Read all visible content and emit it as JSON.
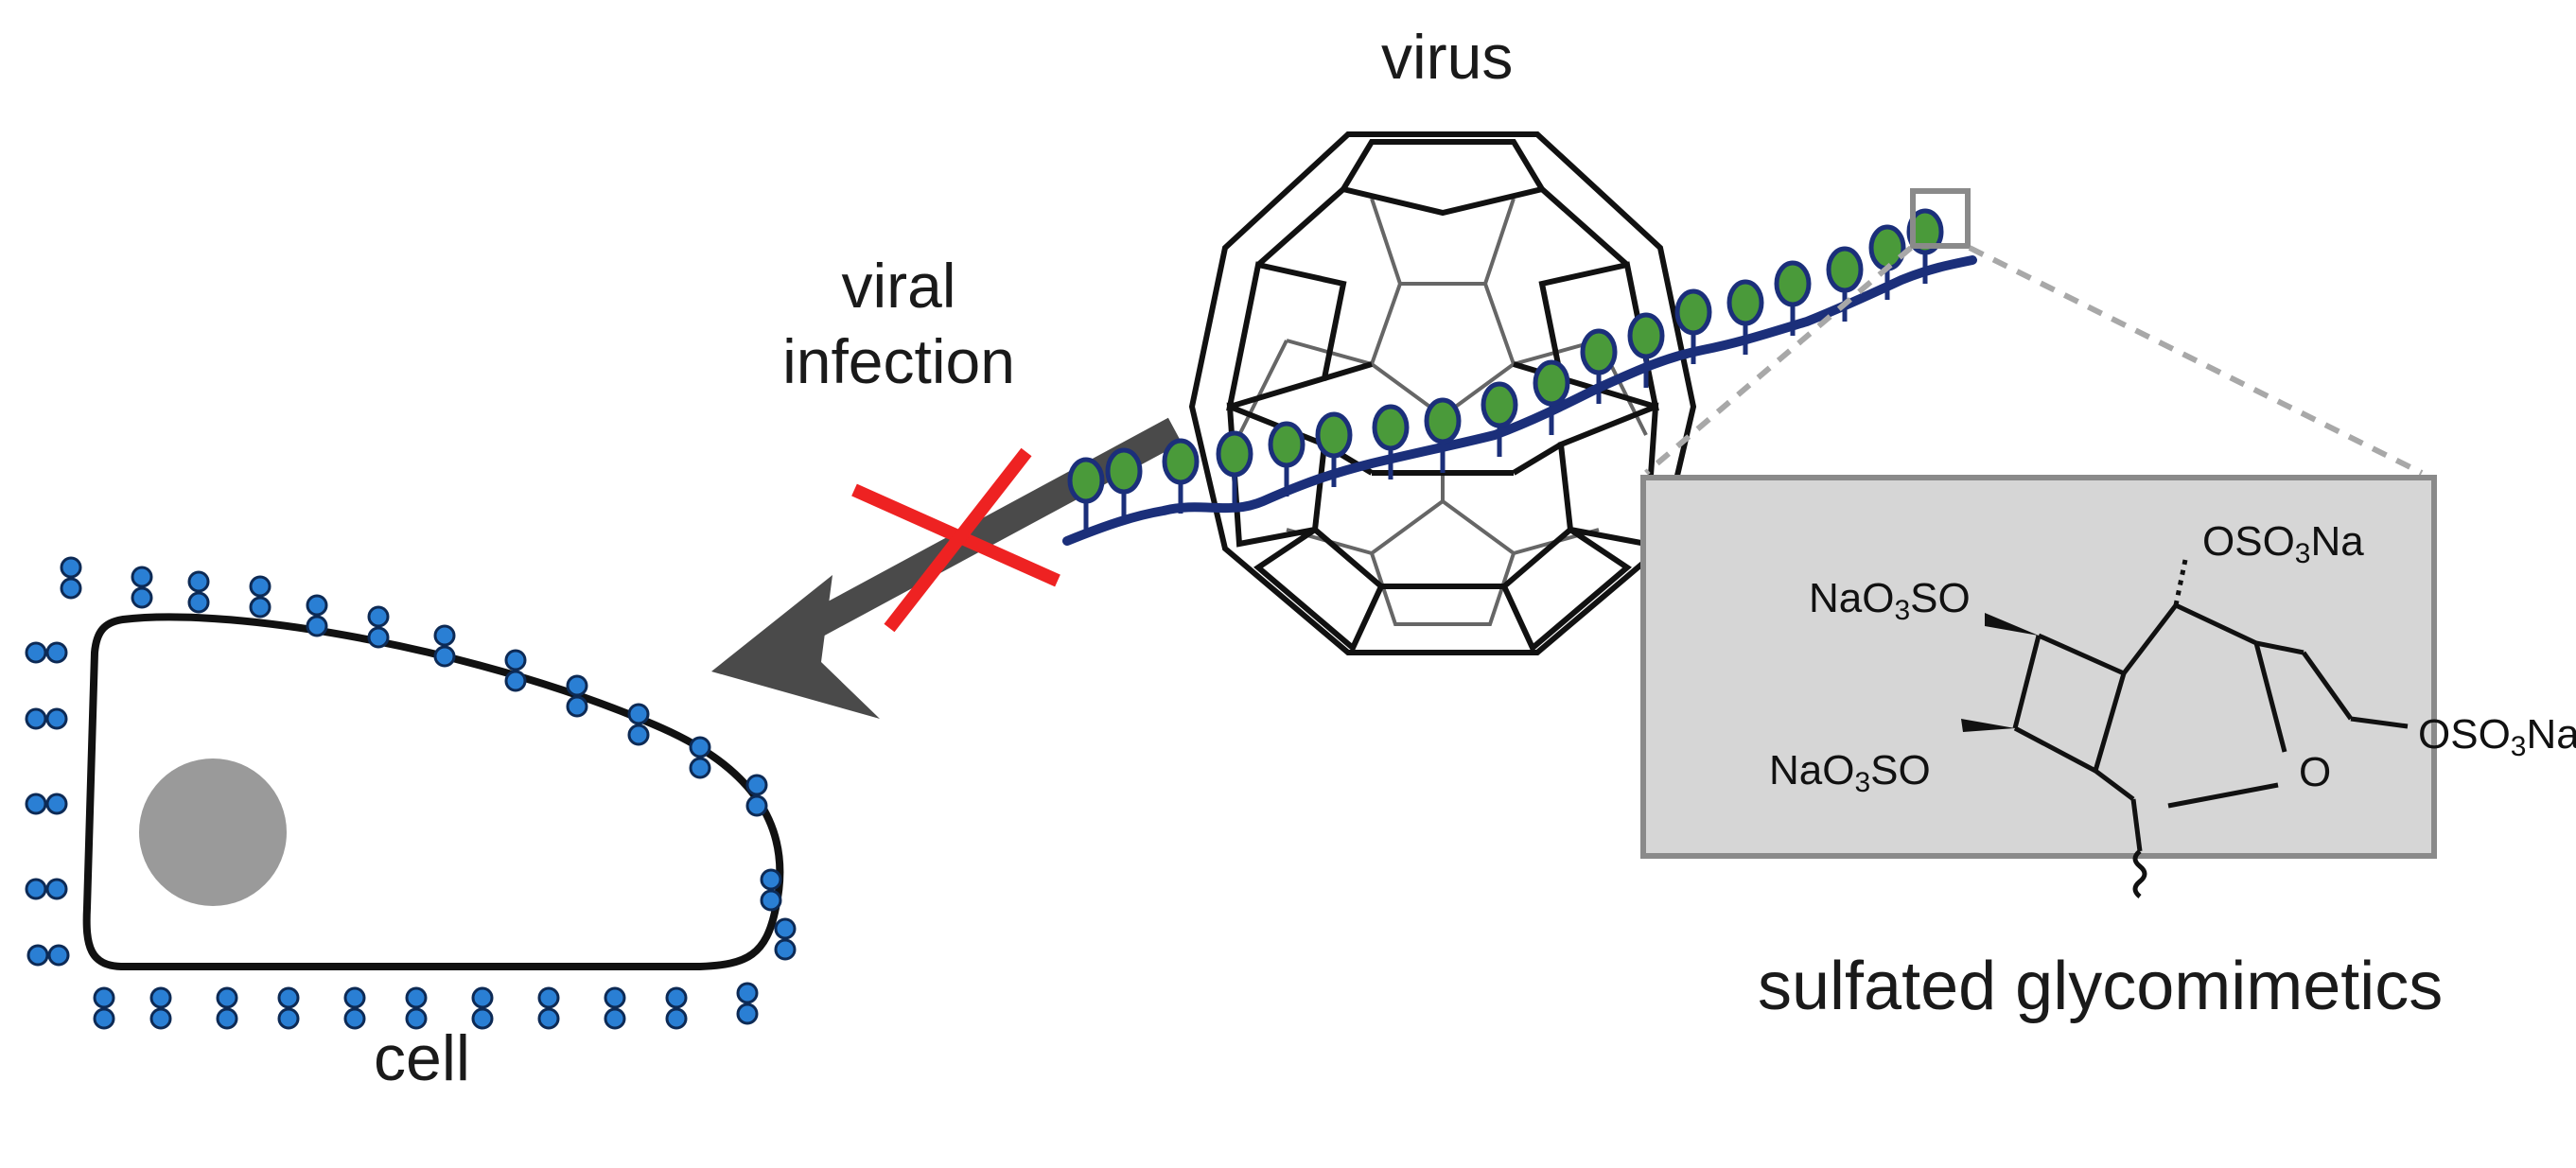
{
  "labels": {
    "virus": "virus",
    "viral_infection_line1": "viral",
    "viral_infection_line2": "infection",
    "cell": "cell",
    "glycomimetics": "sulfated glycomimetics"
  },
  "chemistry": {
    "top_substituent": {
      "base": "OSO",
      "sub": "3",
      "tail": "Na"
    },
    "left_substituent_1": {
      "base": "NaO",
      "sub": "3",
      "tail": "SO"
    },
    "left_substituent_2": {
      "base": "NaO",
      "sub": "3",
      "tail": "SO"
    },
    "right_substituent": {
      "base": "OSO",
      "sub": "3",
      "tail": "Na"
    },
    "ring_oxygen": "O"
  },
  "colors": {
    "receptor_blue": "#2a7fd4",
    "sugar_green": "#4a9a3a",
    "polymer_navy": "#1b2f7a",
    "arrow_gray": "#4a4a4a",
    "block_red": "#ee2222",
    "nucleus_gray": "#9a9a9a",
    "panel_gray": "#d6d6d6"
  },
  "icons": {
    "block": "red-x-icon",
    "infection_arrow": "arrow-icon",
    "virus_capsid": "icosahedral-capsid-icon"
  }
}
